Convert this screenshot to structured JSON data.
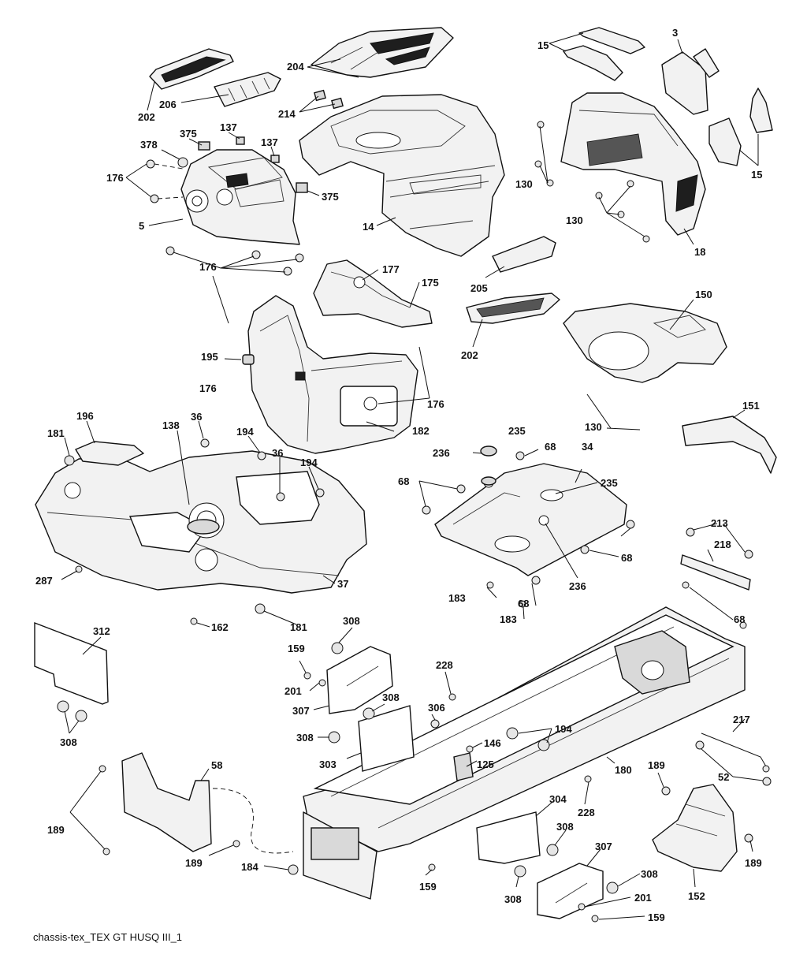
{
  "diagram": {
    "caption": "chassis-tex_TEX GT HUSQ III_1",
    "callouts": [
      {
        "id": "c15a",
        "text": "15"
      },
      {
        "id": "c3",
        "text": "3"
      },
      {
        "id": "c204",
        "text": "204"
      },
      {
        "id": "c202a",
        "text": "202"
      },
      {
        "id": "c206",
        "text": "206"
      },
      {
        "id": "c214",
        "text": "214"
      },
      {
        "id": "c375a",
        "text": "375"
      },
      {
        "id": "c137a",
        "text": "137"
      },
      {
        "id": "c137b",
        "text": "137"
      },
      {
        "id": "c378",
        "text": "378"
      },
      {
        "id": "c176a",
        "text": "176"
      },
      {
        "id": "c375b",
        "text": "375"
      },
      {
        "id": "c5",
        "text": "5"
      },
      {
        "id": "c14",
        "text": "14"
      },
      {
        "id": "c130a",
        "text": "130"
      },
      {
        "id": "c15b",
        "text": "15"
      },
      {
        "id": "c130b",
        "text": "130"
      },
      {
        "id": "c18",
        "text": "18"
      },
      {
        "id": "c176b",
        "text": "176"
      },
      {
        "id": "c177",
        "text": "177"
      },
      {
        "id": "c175",
        "text": "175"
      },
      {
        "id": "c205",
        "text": "205"
      },
      {
        "id": "c150",
        "text": "150"
      },
      {
        "id": "c202b",
        "text": "202"
      },
      {
        "id": "c195",
        "text": "195"
      },
      {
        "id": "c176c",
        "text": "176"
      },
      {
        "id": "c176d",
        "text": "176"
      },
      {
        "id": "c182",
        "text": "182"
      },
      {
        "id": "c130c",
        "text": "130"
      },
      {
        "id": "c151",
        "text": "151"
      },
      {
        "id": "c196",
        "text": "196"
      },
      {
        "id": "c138",
        "text": "138"
      },
      {
        "id": "c36a",
        "text": "36"
      },
      {
        "id": "c194a",
        "text": "194"
      },
      {
        "id": "c36b",
        "text": "36"
      },
      {
        "id": "c194b",
        "text": "194"
      },
      {
        "id": "c181a",
        "text": "181"
      },
      {
        "id": "c235a",
        "text": "235"
      },
      {
        "id": "c236a",
        "text": "236"
      },
      {
        "id": "c68a",
        "text": "68"
      },
      {
        "id": "c34",
        "text": "34"
      },
      {
        "id": "c68b",
        "text": "68"
      },
      {
        "id": "c235b",
        "text": "235"
      },
      {
        "id": "c213",
        "text": "213"
      },
      {
        "id": "c218",
        "text": "218"
      },
      {
        "id": "c68c",
        "text": "68"
      },
      {
        "id": "c287",
        "text": "287"
      },
      {
        "id": "c37",
        "text": "37"
      },
      {
        "id": "c183a",
        "text": "183"
      },
      {
        "id": "c68d",
        "text": "68"
      },
      {
        "id": "c236b",
        "text": "236"
      },
      {
        "id": "c183b",
        "text": "183"
      },
      {
        "id": "c68e",
        "text": "68"
      },
      {
        "id": "c162",
        "text": "162"
      },
      {
        "id": "c181b",
        "text": "181"
      },
      {
        "id": "c312",
        "text": "312"
      },
      {
        "id": "c308a",
        "text": "308"
      },
      {
        "id": "c159a",
        "text": "159"
      },
      {
        "id": "c228a",
        "text": "228"
      },
      {
        "id": "c201a",
        "text": "201"
      },
      {
        "id": "c307a",
        "text": "307"
      },
      {
        "id": "c308b",
        "text": "308"
      },
      {
        "id": "c306",
        "text": "306"
      },
      {
        "id": "c194c",
        "text": "194"
      },
      {
        "id": "c308c",
        "text": "308"
      },
      {
        "id": "c146",
        "text": "146"
      },
      {
        "id": "c308d",
        "text": "308"
      },
      {
        "id": "c217",
        "text": "217"
      },
      {
        "id": "c303",
        "text": "303"
      },
      {
        "id": "c125",
        "text": "125"
      },
      {
        "id": "c180",
        "text": "180"
      },
      {
        "id": "c58",
        "text": "58"
      },
      {
        "id": "c189a",
        "text": "189"
      },
      {
        "id": "c52",
        "text": "52"
      },
      {
        "id": "c304",
        "text": "304"
      },
      {
        "id": "c228b",
        "text": "228"
      },
      {
        "id": "c189b",
        "text": "189"
      },
      {
        "id": "c308e",
        "text": "308"
      },
      {
        "id": "c307b",
        "text": "307"
      },
      {
        "id": "c189c",
        "text": "189"
      },
      {
        "id": "c189d",
        "text": "189"
      },
      {
        "id": "c184",
        "text": "184"
      },
      {
        "id": "c159b",
        "text": "159"
      },
      {
        "id": "c308f",
        "text": "308"
      },
      {
        "id": "c308g",
        "text": "308"
      },
      {
        "id": "c201b",
        "text": "201"
      },
      {
        "id": "c152",
        "text": "152"
      },
      {
        "id": "c159c",
        "text": "159"
      }
    ]
  }
}
